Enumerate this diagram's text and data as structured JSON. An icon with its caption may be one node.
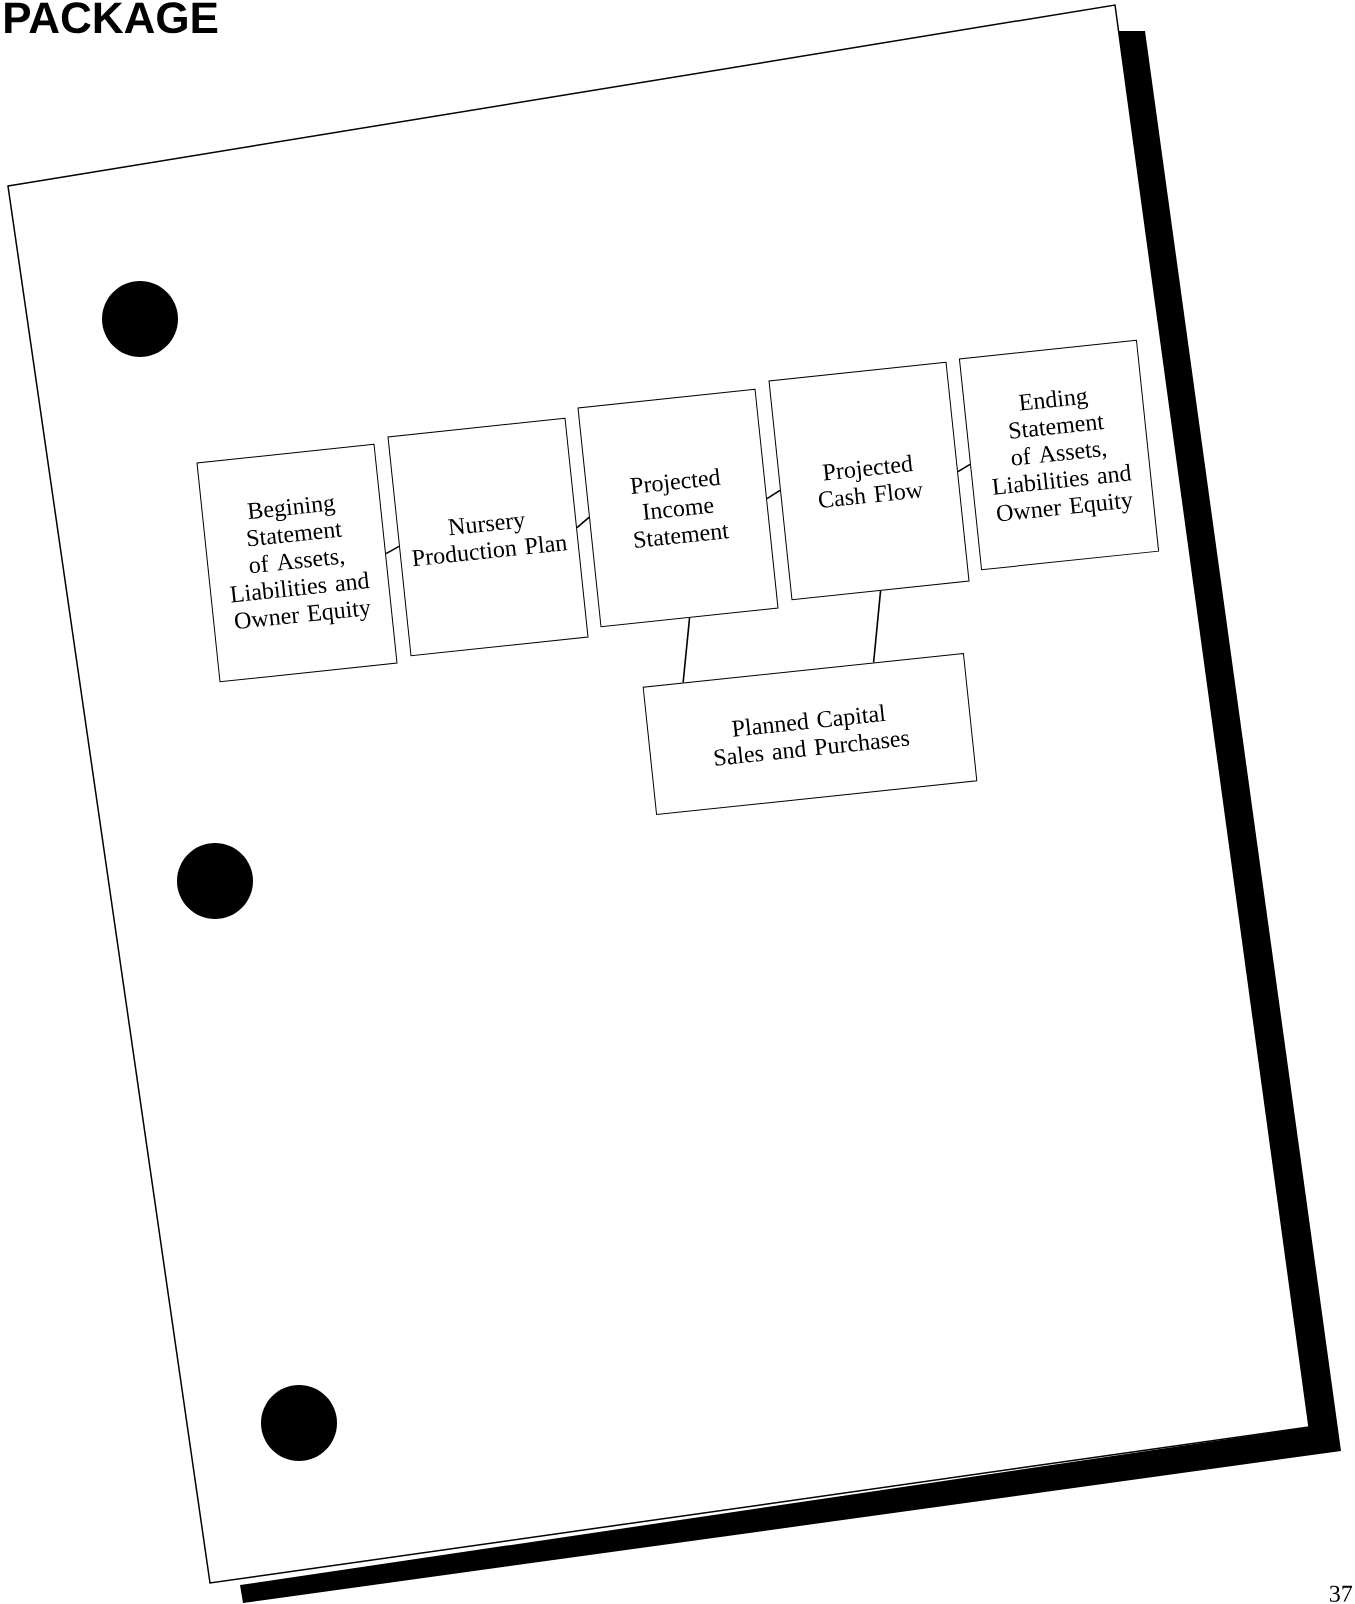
{
  "diagram": {
    "title": "PACKAGE",
    "nodes": [
      {
        "text": [
          "Begining Statement of Assets, Liabilities and Owner Equity"
        ]
      },
      {
        "text": [
          "Nursery Production Plan"
        ]
      },
      {
        "text": [
          "Projected Income Statement"
        ]
      },
      {
        "text": [
          "Projected Cash Flow"
        ]
      },
      {
        "text": [
          "Ending Statement of Assets, Liabilities and Owner Equity"
        ]
      },
      {
        "text": [
          "Planned Capital Sales and Purchases"
        ]
      }
    ],
    "edges": [
      {
        "from": 0,
        "to": 1,
        "arrow": "none"
      },
      {
        "from": 1,
        "to": 2,
        "arrow": "none"
      },
      {
        "from": 2,
        "to": 3,
        "arrow": "none"
      },
      {
        "from": 3,
        "to": 4,
        "arrow": "none"
      },
      {
        "from": 2,
        "to": 5,
        "arrow": "none"
      },
      {
        "from": 3,
        "to": 5,
        "arrow": "none"
      }
    ],
    "labels": [
      "37"
    ]
  }
}
